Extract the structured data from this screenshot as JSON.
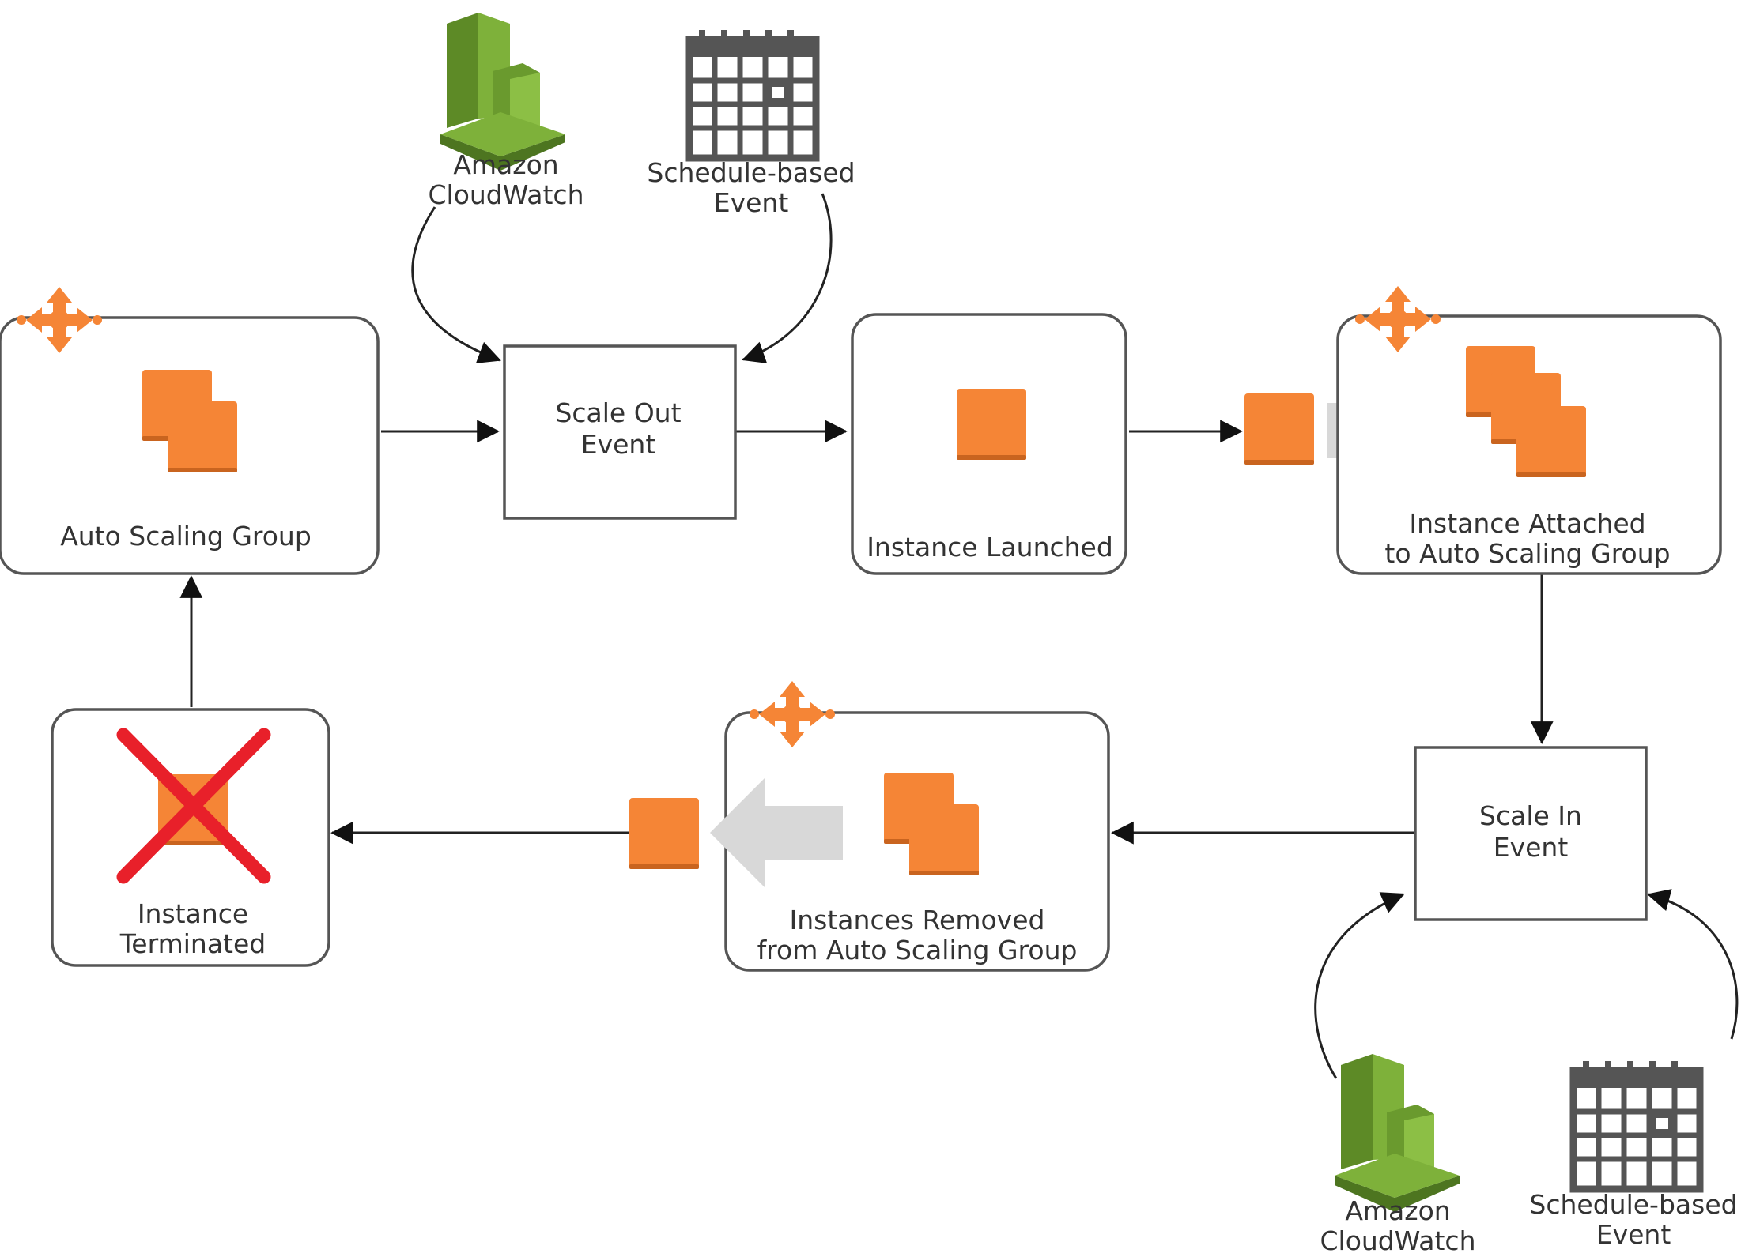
{
  "nodes": {
    "auto_scaling_group": "Auto Scaling Group",
    "scale_out_event": [
      "Scale Out",
      "Event"
    ],
    "instance_launched": "Instance Launched",
    "instance_attached": [
      "Instance Attached",
      "to Auto Scaling Group"
    ],
    "scale_in_event": [
      "Scale In",
      "Event"
    ],
    "instances_removed": [
      "Instances Removed",
      "from Auto Scaling Group"
    ],
    "instance_terminated": [
      "Instance",
      "Terminated"
    ]
  },
  "triggers": {
    "cloudwatch": [
      "Amazon",
      "CloudWatch"
    ],
    "schedule": [
      "Schedule-based",
      "Event"
    ]
  },
  "icons": {
    "auto_scaling": "auto-scaling-icon",
    "instances": "ec2-instances-icon",
    "instance": "ec2-instance-icon",
    "cloudwatch": "cloudwatch-icon",
    "schedule": "calendar-icon",
    "terminated": "red-x-icon"
  },
  "colors": {
    "instance_orange": "#f58536",
    "cloudwatch_green": "#6a9a2e",
    "terminate_red": "#e8202a",
    "transfer_arrow_gray": "#d8d8d8"
  }
}
